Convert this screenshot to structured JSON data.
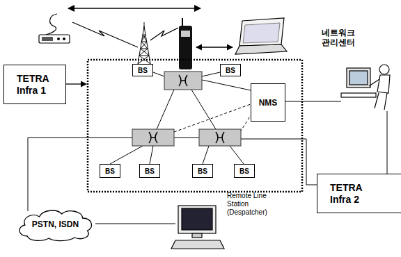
{
  "diagram": {
    "nodes": [
      {
        "text": [
          "TETRA Infra 1"
        ]
      },
      {
        "text": [
          "BS"
        ]
      },
      {
        "text": [
          "BS"
        ]
      },
      {
        "text": [
          "NMS"
        ]
      },
      {
        "text": [
          "BS"
        ]
      },
      {
        "text": [
          "BS"
        ]
      },
      {
        "text": [
          "BS"
        ]
      },
      {
        "text": [
          "BS"
        ]
      },
      {
        "text": [
          "TETRA Infra 2"
        ]
      },
      {
        "text": [
          "PSTN, ISDN"
        ]
      }
    ],
    "labels": [
      "네트워크 관리센터",
      "Remote Line Station (Despatcher)"
    ]
  }
}
